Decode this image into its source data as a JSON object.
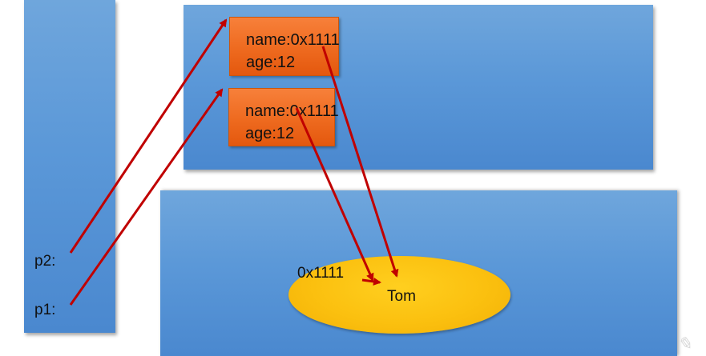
{
  "stack": {
    "variables": [
      "p2:",
      "p1:"
    ]
  },
  "heap": {
    "objects": [
      {
        "name_field": "name:0x1111",
        "age_field": "age:12"
      },
      {
        "name_field": "name:0x1111",
        "age_field": "age:12"
      }
    ]
  },
  "string_pool": {
    "address": "0x1111",
    "value": "Tom"
  },
  "colors": {
    "panel": "#5b98d8",
    "object_box": "#ee6a1f",
    "string_ellipse": "#fbc00f",
    "arrow": "#c00000"
  }
}
